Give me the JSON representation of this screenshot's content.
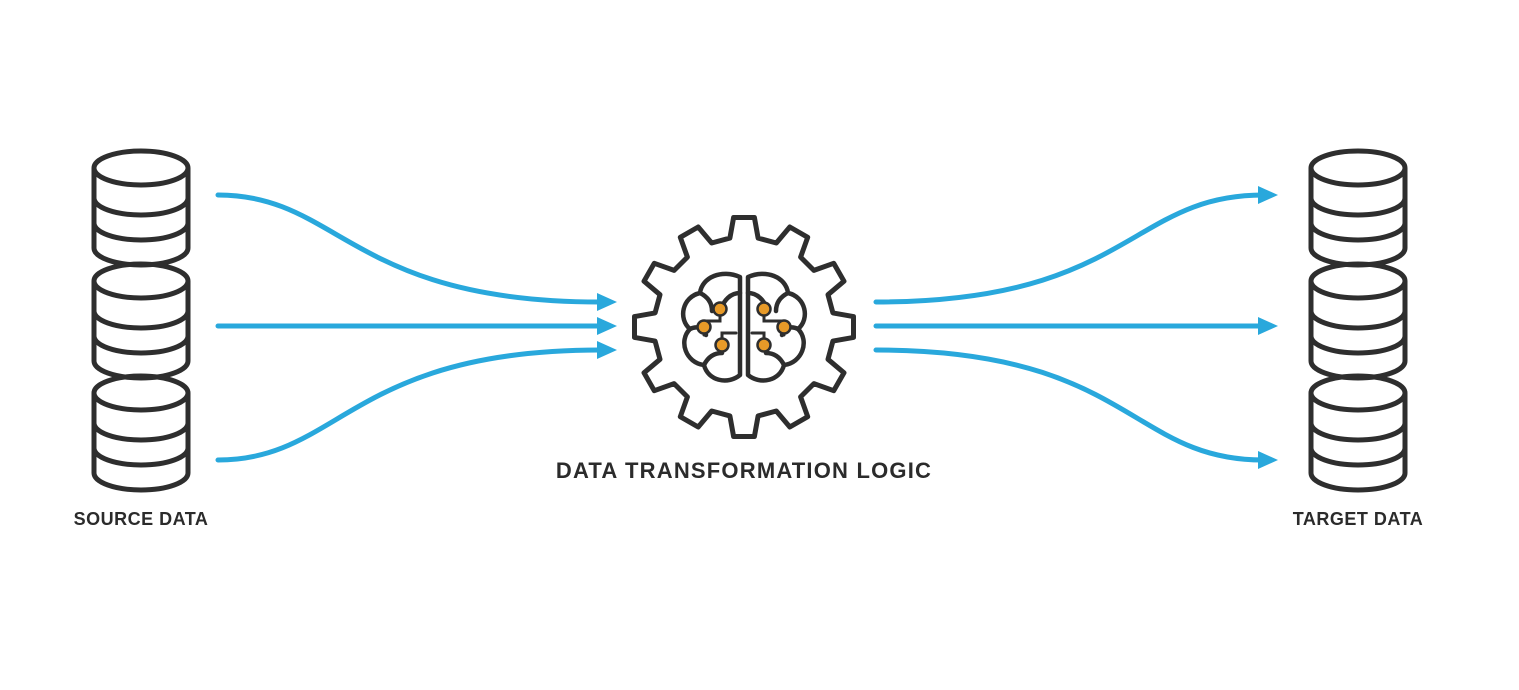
{
  "labels": {
    "source": "SOURCE DATA",
    "transformation": "DATA TRANSFORMATION LOGIC",
    "target": "TARGET DATA"
  },
  "colors": {
    "flow_arrow": "#29a8dc",
    "outline": "#2e2e2e",
    "node_accent": "#e79a28",
    "background": "#ffffff"
  },
  "icons": {
    "source_databases": [
      "database-icon",
      "database-icon",
      "database-icon"
    ],
    "processor": "gear-brain-icon",
    "target_databases": [
      "database-icon",
      "database-icon",
      "database-icon"
    ]
  }
}
